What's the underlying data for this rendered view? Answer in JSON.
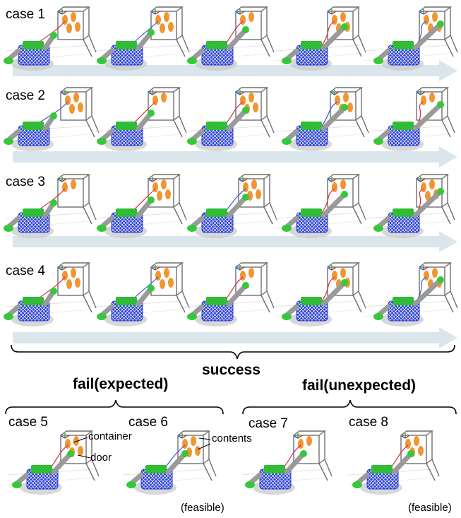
{
  "rows": [
    {
      "label": "case 1",
      "frames": 5
    },
    {
      "label": "case 2",
      "frames": 5
    },
    {
      "label": "case 3",
      "frames": 5
    },
    {
      "label": "case 4",
      "frames": 5
    }
  ],
  "outcomes": {
    "success": "success",
    "fail_expected": "fail(expected)",
    "fail_unexpected": "fail(unexpected)"
  },
  "bottom_cases": [
    {
      "label": "case 5"
    },
    {
      "label": "case 6",
      "note": "(feasible)"
    },
    {
      "label": "case 7"
    },
    {
      "label": "case 8",
      "note": "(feasible)"
    }
  ],
  "annotations": {
    "container": "container",
    "door": "door",
    "contents": "contents"
  },
  "colors": {
    "robot_body": "#2a3fd4",
    "robot_arm": "#9a9a9a",
    "robot_hand": "#35c83a",
    "robot_base": "#c8c8c8",
    "container_frame": "#6e6e6e",
    "contents": "#f08a1c",
    "time_arrow": "#dbe6ec",
    "trajectory_red": "#d4303a",
    "trajectory_blue": "#3a58d8"
  }
}
